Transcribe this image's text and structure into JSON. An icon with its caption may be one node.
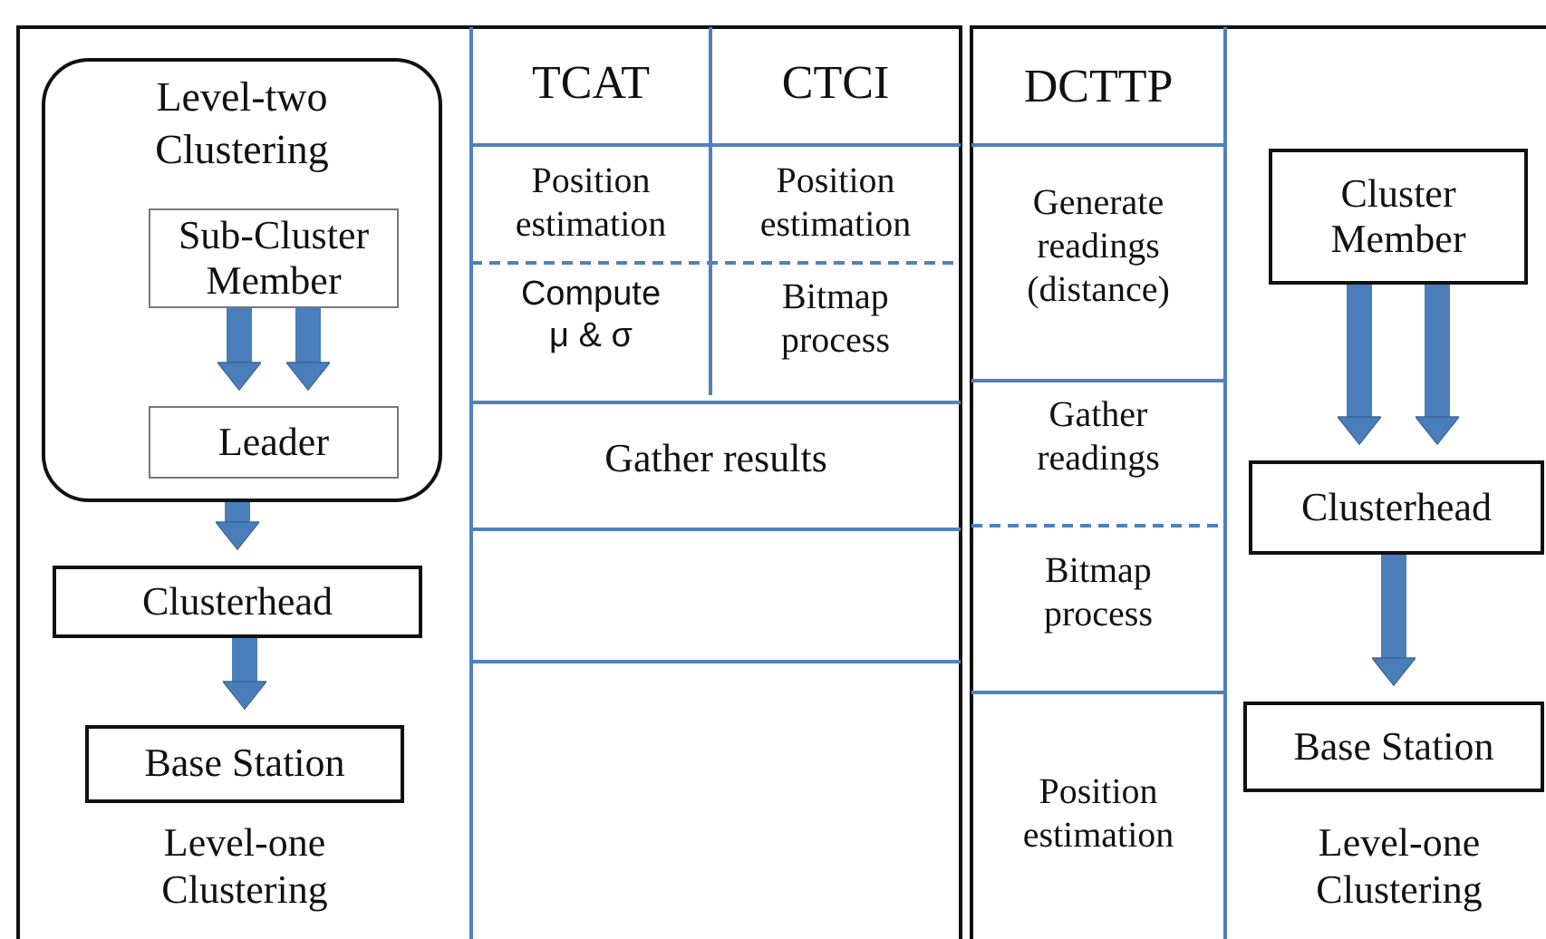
{
  "diagram": {
    "nodes": [
      {
        "text": [
          "Level-two Clustering"
        ]
      },
      {
        "text": [
          "Sub-Cluster Member"
        ],
        "in": 0
      },
      {
        "text": [
          "Leader"
        ],
        "in": 0
      },
      {
        "text": [
          "Clusterhead"
        ]
      },
      {
        "text": [
          "Base Station"
        ]
      },
      {
        "text": [
          "Cluster Member"
        ]
      },
      {
        "text": [
          "Clusterhead"
        ]
      },
      {
        "text": [
          "Base Station"
        ]
      }
    ],
    "edges": [
      {
        "from": 1,
        "to": 2,
        "arrow": "to"
      },
      {
        "from": 1,
        "to": 2,
        "arrow": "to"
      },
      {
        "from": 0,
        "to": 3,
        "arrow": "to"
      },
      {
        "from": 3,
        "to": 4,
        "arrow": "to"
      },
      {
        "from": 5,
        "to": 6,
        "arrow": "to"
      },
      {
        "from": 5,
        "to": 6,
        "arrow": "to"
      },
      {
        "from": 6,
        "to": 7,
        "arrow": "to"
      }
    ],
    "labels": [
      "Level-one Clustering",
      "TCAT",
      "CTCI",
      "Position estimation",
      "Position estimation",
      "Compute μ & σ",
      "Bitmap process",
      "Gather results",
      "DCTTP",
      "Generate readings (distance)",
      "Gather readings",
      "Bitmap process",
      "Position estimation",
      "Level-one Clustering"
    ]
  }
}
